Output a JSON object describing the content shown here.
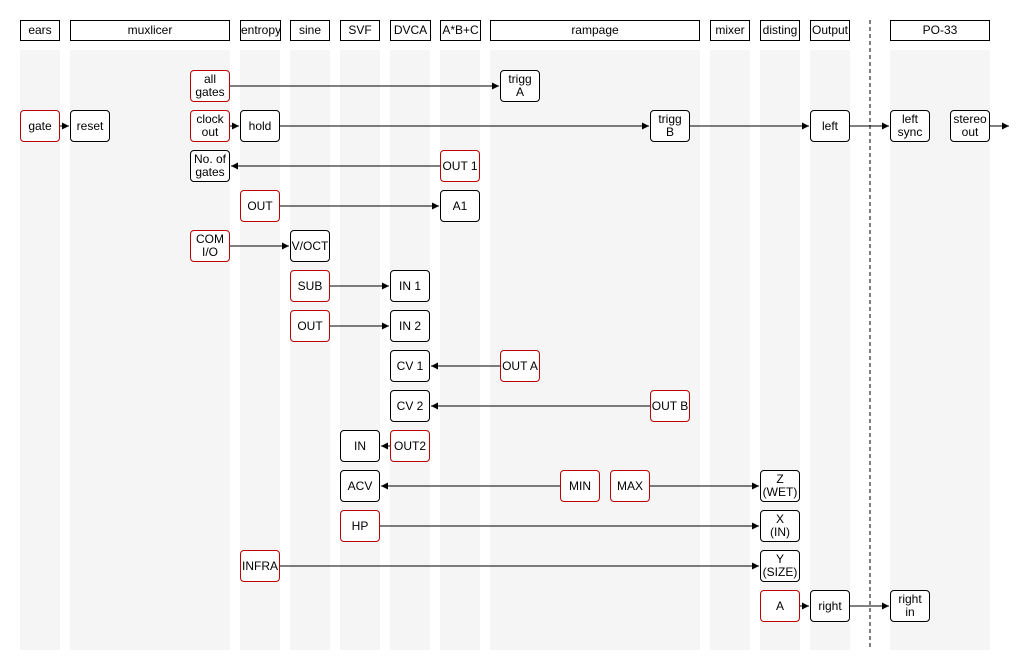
{
  "headers": {
    "ears": "ears",
    "muxlicer": "muxlicer",
    "entropy": "entropy",
    "sine": "sine",
    "svf": "SVF",
    "dvca": "DVCA",
    "abc": "A*B+C",
    "rampage": "rampage",
    "mixer": "mixer",
    "disting": "disting",
    "output": "Output",
    "po33": "PO-33"
  },
  "nodes": {
    "ears_gate": "gate",
    "mux_reset": "reset",
    "mux_all_gates": "all\ngates",
    "mux_clock_out": "clock\nout",
    "mux_num_gates": "No. of\ngates",
    "mux_com_io": "COM\nI/O",
    "ent_hold": "hold",
    "ent_out": "OUT",
    "ent_infra": "INFRA",
    "sine_voct": "V/OCT",
    "sine_sub": "SUB",
    "sine_out": "OUT",
    "svf_in": "IN",
    "svf_acv": "ACV",
    "svf_hp": "HP",
    "dvca_in1": "IN 1",
    "dvca_in2": "IN 2",
    "dvca_cv1": "CV 1",
    "dvca_cv2": "CV 2",
    "dvca_out2": "OUT2",
    "abc_out1": "OUT 1",
    "abc_a1": "A1",
    "ramp_trigg_a": "trigg\nA",
    "ramp_trigg_b": "trigg\nB",
    "ramp_out_a": "OUT A",
    "ramp_out_b": "OUT B",
    "ramp_min": "MIN",
    "ramp_max": "MAX",
    "dist_z": "Z\n(WET)",
    "dist_x": "X\n(IN)",
    "dist_y": "Y\n(SIZE)",
    "dist_a": "A",
    "output_left": "left",
    "output_right": "right",
    "po_left_sync": "left\nsync",
    "po_stereo_out": "stereo\nout",
    "po_right_in": "right\nin"
  },
  "colors": {
    "input_border": "#000000",
    "output_border": "#c00000",
    "lane_fill": "#f5f5f5",
    "wire": "#000000"
  }
}
